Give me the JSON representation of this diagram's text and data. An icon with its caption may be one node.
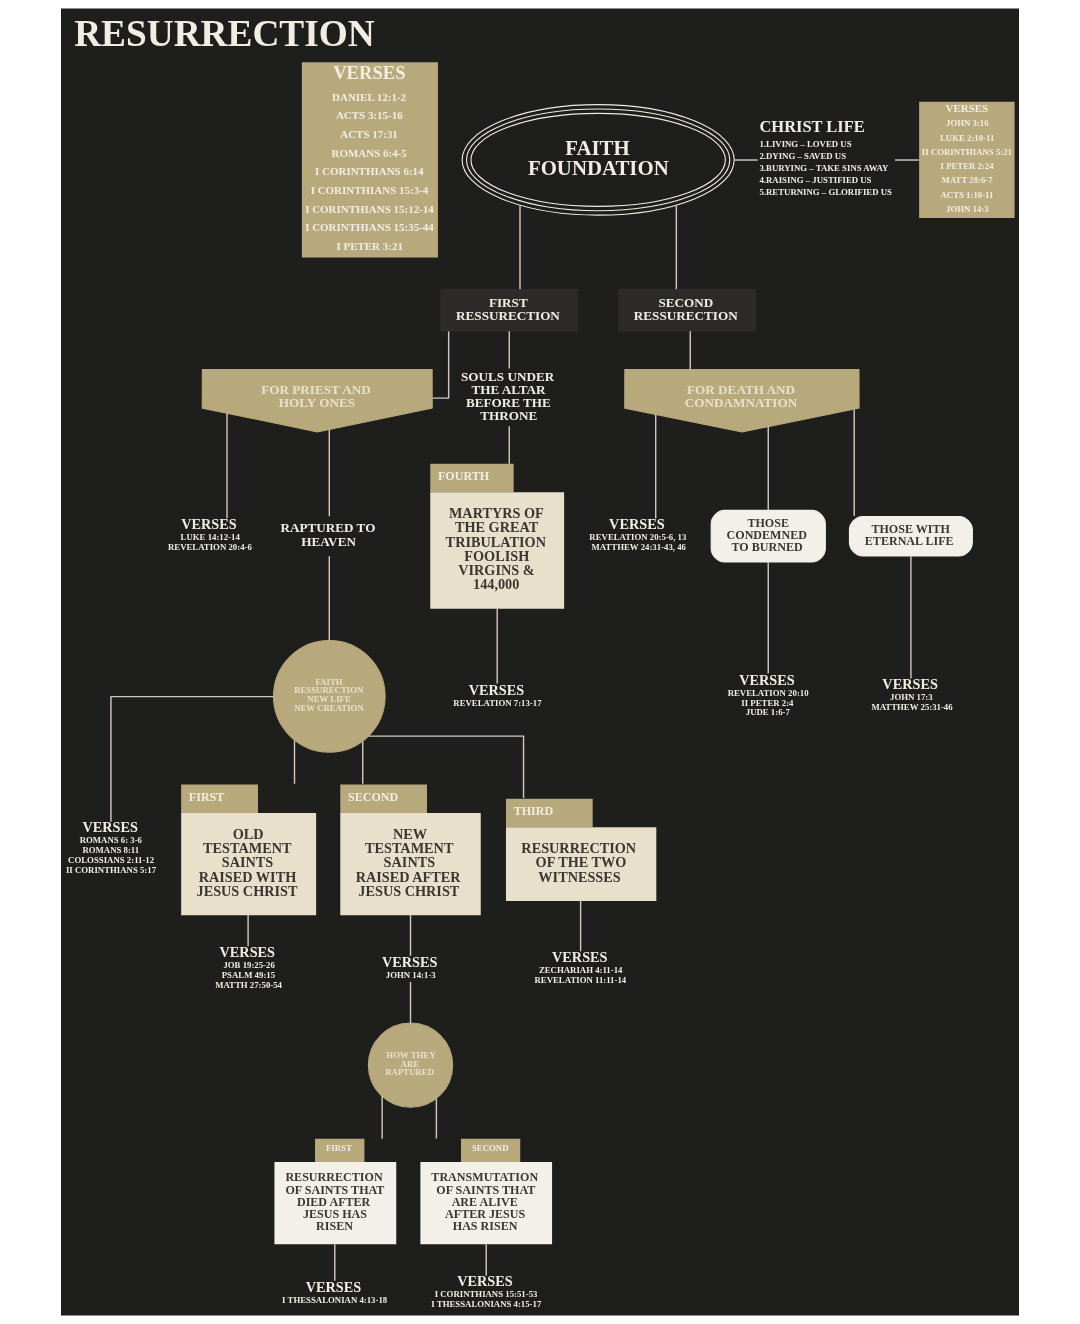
{
  "diagram": {
    "title": "RESURRECTION",
    "nodes": [
      {
        "text": [
          "VERSES",
          "DANIEL 12:1-2",
          "ACTS 3:15-16",
          "ACTS 17:31",
          "ROMANS 6:4-5",
          "I CORINTHIANS 6:14",
          "I CORINTHIANS 15:3-4",
          "I CORINTHIANS 15:12-14",
          "I CORINTHIANS 15:35-44",
          "I PETER 3:21"
        ]
      },
      {
        "text": [
          "FAITH FOUNDATION"
        ]
      },
      {
        "text": [
          "CHRIST LIFE",
          "1.LIVING – LOVED US",
          "2.DYING – SAVED US",
          "3.BURYING – TAKE SINS AWAY",
          "4.RAISING – JUSTIFIED US",
          "5.RETURNING – GLORIFIED US"
        ]
      },
      {
        "text": [
          "VERSES",
          "JOHN 3:16",
          "LUKE 2:10-11",
          "II CORINTHIANS 5:21",
          "I PETER 2:24",
          "MATT 28:6-7",
          "ACTS 1:10-11",
          "JOHN 14:3"
        ]
      },
      {
        "text": [
          "FIRST RESSURECTION"
        ]
      },
      {
        "text": [
          "SECOND RESSURECTION"
        ]
      },
      {
        "text": [
          "VERSES",
          "LUKE 14:12-14",
          "REVELATION 20:4-6"
        ]
      },
      {
        "text": [
          "FOR PRIEST AND HOLY ONES"
        ]
      },
      {
        "text": [
          "RAPTURED TO HEAVEN"
        ]
      },
      {
        "text": [
          "VERSES",
          "ROMANS 6: 3-6",
          "ROMANS 8:11",
          "COLOSSIANS 2:11-12",
          "II CORINTHIANS 5:17"
        ]
      },
      {
        "text": [
          "FAITH",
          "RESSURECTION",
          "NEW LIFE",
          "NEW CREATION"
        ]
      },
      {
        "text": [
          "SOULS UNDER THE ALTAR BEFORE THE THRONE"
        ]
      },
      {
        "text": [
          "FOURTH",
          "MARTYRS OF THE GREAT TRIBULATION FOOLISH VIRGINS & 144,000"
        ]
      },
      {
        "text": [
          "VERSES",
          "REVELATION 7:13-17"
        ]
      },
      {
        "text": [
          "FOR DEATH AND CONDAMNATION"
        ]
      },
      {
        "text": [
          "VERSES",
          "REVELATION 20:5-6, 13",
          "MATTHEW 24:31-43, 46"
        ]
      },
      {
        "text": [
          "THOSE CONDEMNED TO BURNED"
        ]
      },
      {
        "text": [
          "VERSES",
          "REVELATION 20:10",
          "II PETER 2:4",
          "JUDE 1:6-7"
        ]
      },
      {
        "text": [
          "THOSE WITH ETERNAL LIFE"
        ]
      },
      {
        "text": [
          "VERSES",
          "JOHN 17:3",
          "MATTHEW 25:31-46"
        ]
      },
      {
        "text": [
          "FIRST",
          "OLD TESTAMENT SAINTS RAISED WITH JESUS CHRIST"
        ]
      },
      {
        "text": [
          "VERSES",
          "JOB 19:25-26",
          "PSALM 49:15",
          "MATTH 27:50-54"
        ]
      },
      {
        "text": [
          "SECOND",
          "NEW TESTAMENT SAINTS RAISED AFTER JESUS CHRIST"
        ]
      },
      {
        "text": [
          "VERSES",
          "JOHN 14:1-3"
        ]
      },
      {
        "text": [
          "THIRD",
          "RESURRECTION OF THE TWO WITNESSES"
        ]
      },
      {
        "text": [
          "VERSES",
          "ZECHARIAH 4:11-14",
          "REVELATION 11:11-14"
        ]
      },
      {
        "text": [
          "HOW THEY ARE RAPTURED"
        ]
      },
      {
        "text": [
          "VERSES",
          "I THESSALONIAN 4:13-18"
        ]
      },
      {
        "text": [
          "FIRST",
          "RESURRECTION OF SAINTS THAT DIED AFTER JESUS HAS RISEN"
        ]
      },
      {
        "text": [
          "SECOND",
          "TRANSMUTATION OF SAINTS THAT ARE ALIVE AFTER JESUS HAS RISEN"
        ]
      },
      {
        "text": [
          "VERSES",
          "I CORINTHIANS 15:51-53",
          "I THESSALONIANS 4:15-17"
        ]
      }
    ],
    "edges": [
      {
        "from": 1,
        "to": 2,
        "arrow": "none"
      },
      {
        "from": 2,
        "to": 3,
        "arrow": "none"
      },
      {
        "from": 1,
        "to": 4,
        "arrow": "none"
      },
      {
        "from": 1,
        "to": 5,
        "arrow": "none"
      },
      {
        "from": 7,
        "to": 6,
        "arrow": "none"
      },
      {
        "from": 4,
        "to": 7,
        "arrow": "none"
      },
      {
        "from": 4,
        "to": 11,
        "arrow": "none"
      },
      {
        "from": 7,
        "to": 8,
        "arrow": "none"
      },
      {
        "from": 8,
        "to": 10,
        "arrow": "none"
      },
      {
        "from": 10,
        "to": 9,
        "arrow": "none"
      },
      {
        "from": 11,
        "to": 12,
        "arrow": "none"
      },
      {
        "from": 12,
        "to": 13,
        "arrow": "none"
      },
      {
        "from": 5,
        "to": 14,
        "arrow": "none"
      },
      {
        "from": 14,
        "to": 15,
        "arrow": "none"
      },
      {
        "from": 14,
        "to": 16,
        "arrow": "none"
      },
      {
        "from": 14,
        "to": 18,
        "arrow": "none"
      },
      {
        "from": 16,
        "to": 17,
        "arrow": "none"
      },
      {
        "from": 18,
        "to": 19,
        "arrow": "none"
      },
      {
        "from": 10,
        "to": 20,
        "arrow": "none"
      },
      {
        "from": 10,
        "to": 22,
        "arrow": "none"
      },
      {
        "from": 10,
        "to": 24,
        "arrow": "none"
      },
      {
        "from": 20,
        "to": 21,
        "arrow": "none"
      },
      {
        "from": 22,
        "to": 23,
        "arrow": "none"
      },
      {
        "from": 23,
        "to": 26,
        "arrow": "none"
      },
      {
        "from": 24,
        "to": 25,
        "arrow": "none"
      },
      {
        "from": 26,
        "to": 28,
        "arrow": "none"
      },
      {
        "from": 26,
        "to": 29,
        "arrow": "none"
      },
      {
        "from": 28,
        "to": 27,
        "arrow": "none"
      },
      {
        "from": 29,
        "to": 30,
        "arrow": "none"
      }
    ]
  }
}
